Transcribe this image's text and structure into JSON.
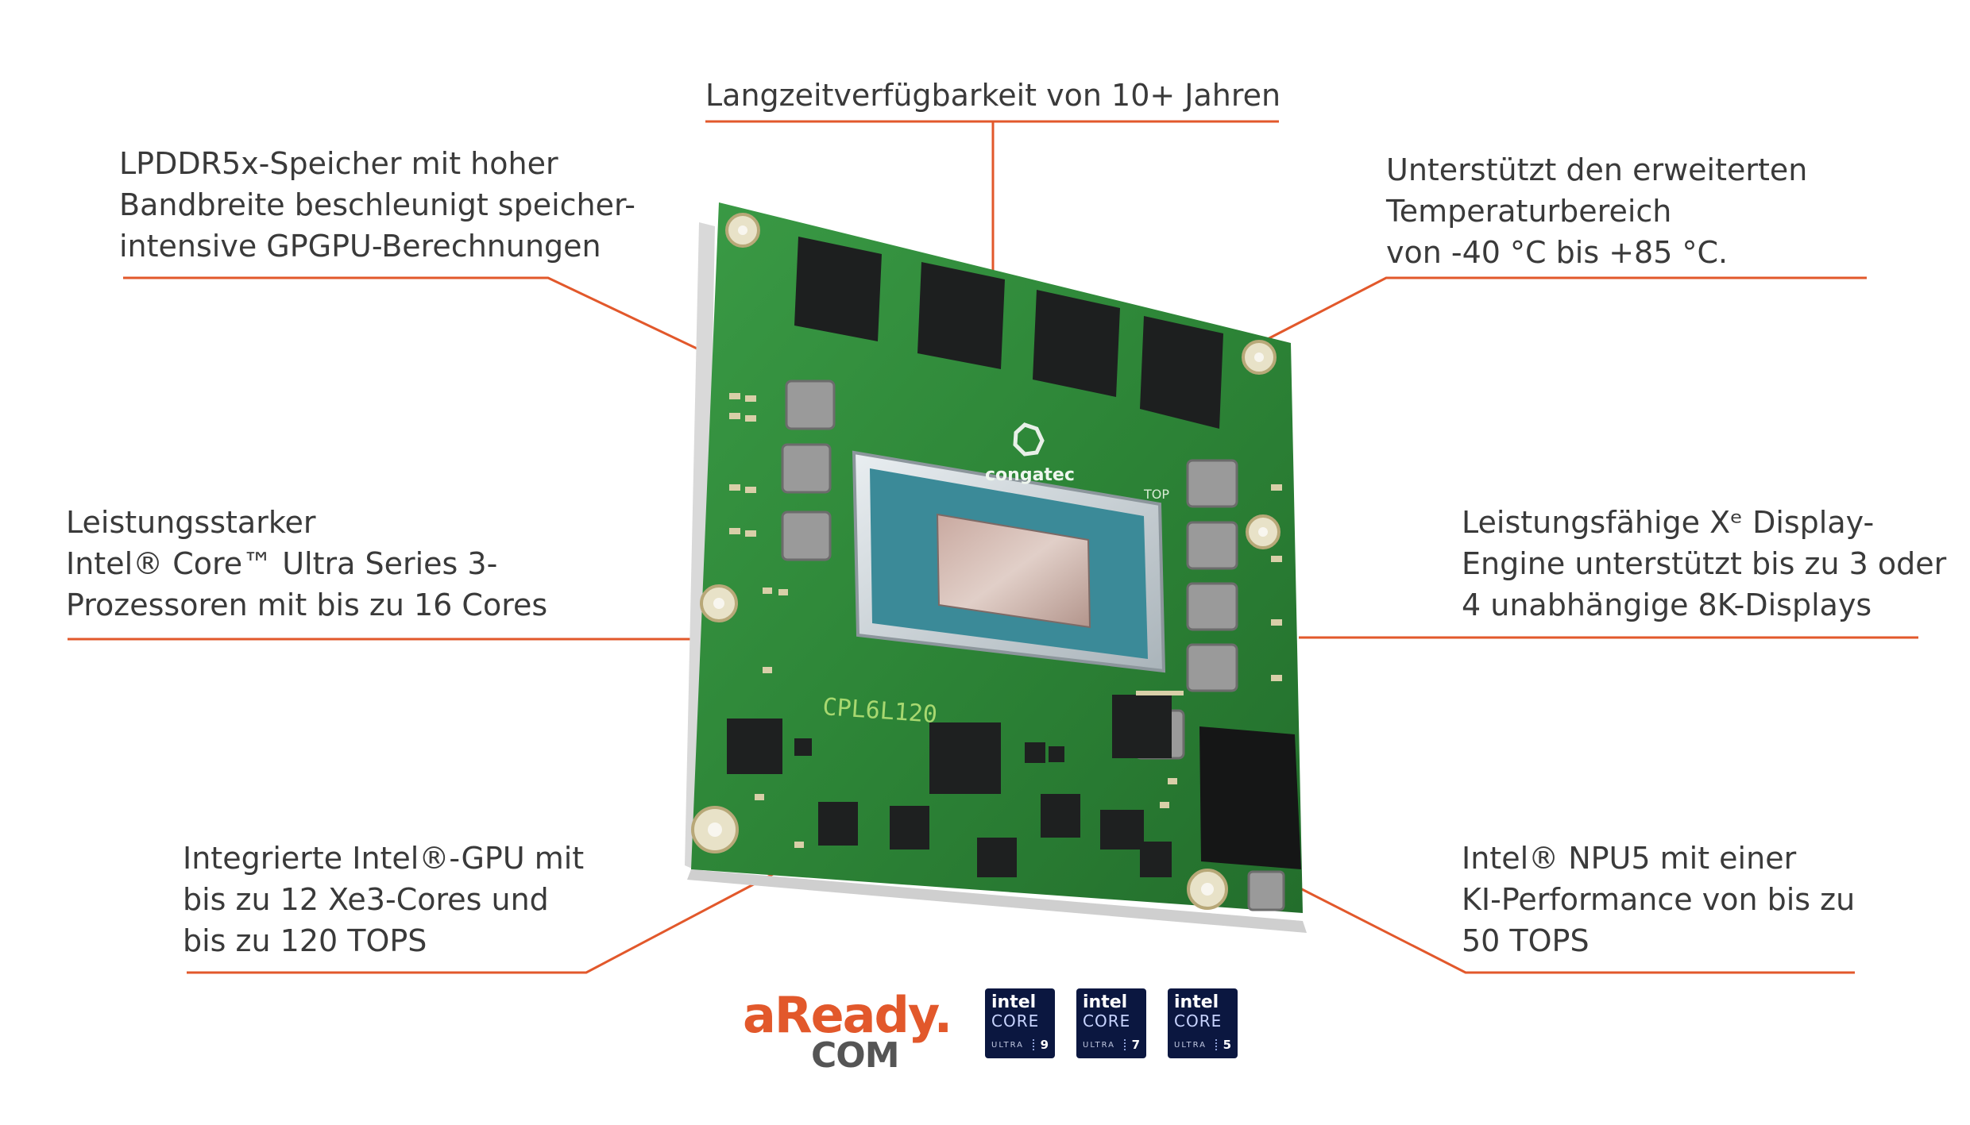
{
  "callouts": {
    "top_center": {
      "lines": [
        "Langzeitverfügbarkeit von 10+ Jahren"
      ]
    },
    "top_left": {
      "lines": [
        "LPDDR5x-Speicher mit hoher",
        "Bandbreite beschleunigt speicher-",
        "intensive GPGPU-Berechnungen"
      ]
    },
    "top_right": {
      "lines": [
        "Unterstützt den erweiterten",
        "Temperaturbereich",
        "von -40 °C bis +85 °C."
      ]
    },
    "mid_left": {
      "lines": [
        "Leistungsstarker",
        "Intel® Core™ Ultra Series 3-",
        "Prozessoren mit bis zu 16 Cores"
      ]
    },
    "mid_right": {
      "lines": [
        "Leistungsfähige Xᵉ Display-",
        "Engine unterstützt bis zu 3 oder",
        "4 unabhängige 8K-Displays"
      ]
    },
    "bottom_left": {
      "lines": [
        "Integrierte Intel®-GPU mit",
        "bis zu 12 Xe3-Cores und",
        "bis zu 120 TOPS"
      ]
    },
    "bottom_right": {
      "lines": [
        "Intel® NPU5 mit einer",
        "KI-Performance von bis zu",
        "50 TOPS"
      ]
    }
  },
  "board": {
    "brand": "congatec",
    "side_label": "TOP",
    "part_label": "CPL6L120"
  },
  "logos": {
    "aready_main": "aReady.",
    "aready_sub": "COM",
    "badges": [
      {
        "intel": "intel",
        "core": "CORE",
        "ultra": "ULTRA",
        "tier": "9"
      },
      {
        "intel": "intel",
        "core": "CORE",
        "ultra": "ULTRA",
        "tier": "7"
      },
      {
        "intel": "intel",
        "core": "CORE",
        "ultra": "ULTRA",
        "tier": "5"
      }
    ]
  },
  "colors": {
    "accent_line": "#e2582b",
    "pcb_green": "#2f8a3a",
    "badge_navy": "#0b1740"
  }
}
